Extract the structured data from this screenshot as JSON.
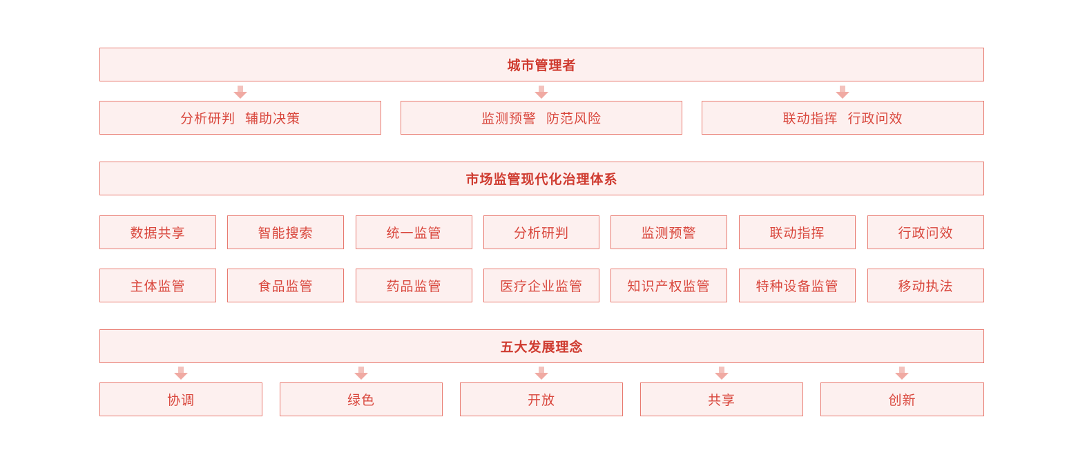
{
  "top": {
    "title": "城市管理者",
    "items": [
      "分析研判  辅助决策",
      "监测预警  防范风险",
      "联动指挥  行政问效"
    ]
  },
  "middle": {
    "title": "市场监管现代化治理体系",
    "row1": [
      "数据共享",
      "智能搜索",
      "统一监管",
      "分析研判",
      "监测预警",
      "联动指挥",
      "行政问效"
    ],
    "row2": [
      "主体监管",
      "食品监管",
      "药品监管",
      "医疗企业监管",
      "知识产权监管",
      "特种设备监管",
      "移动执法"
    ]
  },
  "bottom": {
    "title": "五大发展理念",
    "items": [
      "协调",
      "绿色",
      "开放",
      "共享",
      "创新"
    ]
  },
  "colors": {
    "border": "#e8796f",
    "fill": "#fdf0ef",
    "text": "#d9473d",
    "arrow": "#f0aaa3"
  }
}
